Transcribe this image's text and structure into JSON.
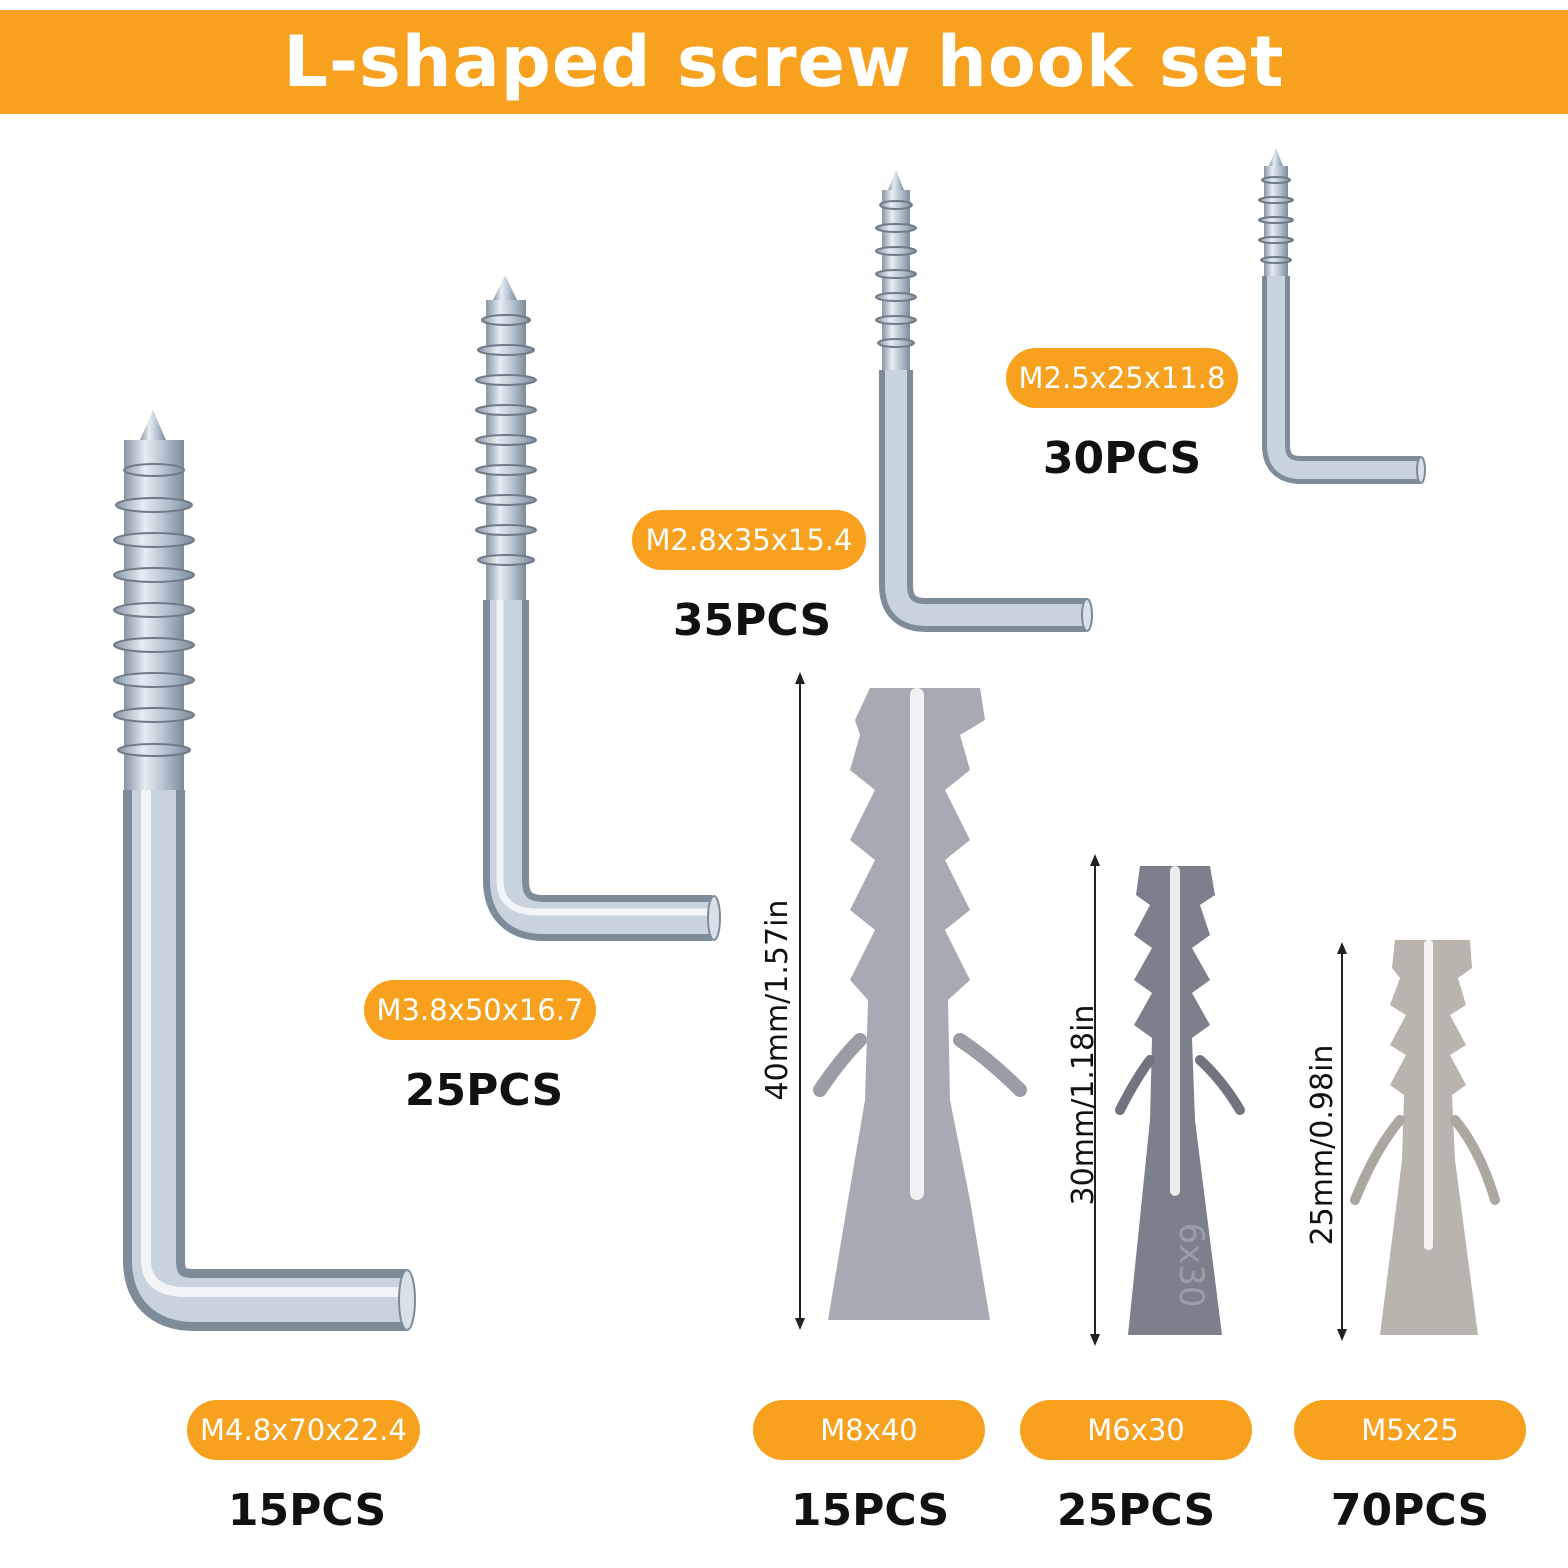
{
  "title": "L-shaped screw hook set",
  "colors": {
    "accent": "#F7A11F",
    "metal": "#B9C6D3",
    "plug_light": "#A7A9B3",
    "plug_dark": "#7C808C",
    "plug_beige": "#B9B4AD"
  },
  "hooks": [
    {
      "spec": "M4.8x70x22.4",
      "count": "15PCS"
    },
    {
      "spec": "M3.8x50x16.7",
      "count": "25PCS"
    },
    {
      "spec": "M2.8x35x15.4",
      "count": "35PCS"
    },
    {
      "spec": "M2.5x25x11.8",
      "count": "30PCS"
    }
  ],
  "anchors": [
    {
      "spec": "M8x40",
      "count": "15PCS",
      "length": "40mm/1.57in"
    },
    {
      "spec": "M6x30",
      "count": "25PCS",
      "length": "30mm/1.18in",
      "marking": "6x30"
    },
    {
      "spec": "M5x25",
      "count": "70PCS",
      "length": "25mm/0.98in"
    }
  ]
}
